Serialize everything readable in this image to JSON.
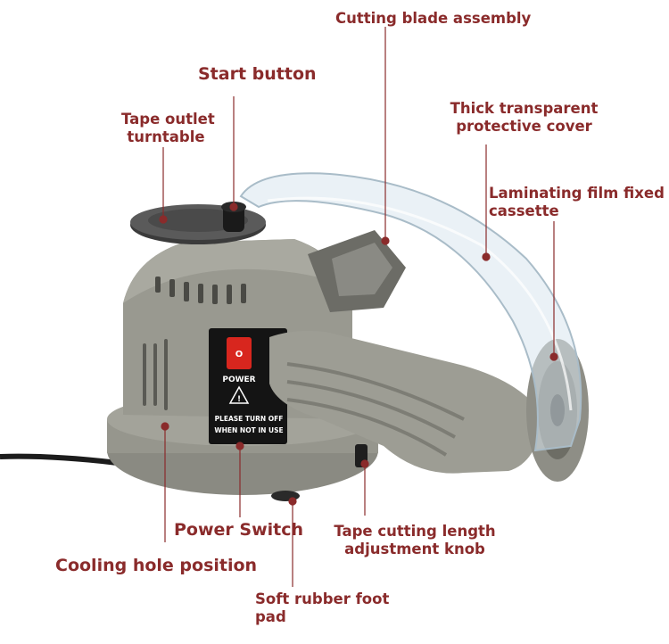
{
  "colors": {
    "label": "#8a2b2b",
    "leader": "#8a2b2b",
    "body": "#8f8f86",
    "body_dark": "#6d6d65",
    "panel": "#141414",
    "switch": "#d8261e",
    "cover": "#d9e6ee"
  },
  "labels": {
    "cutting_blade": "Cutting blade assembly",
    "start_button": "Start button",
    "tape_outlet_l1": "Tape outlet",
    "tape_outlet_l2": "turntable",
    "cover_l1": "Thick transparent",
    "cover_l2": "protective cover",
    "cassette_l1": "Laminating film fixed",
    "cassette_l2": "cassette",
    "power_switch": "Power Switch",
    "cooling_hole": "Cooling hole position",
    "knob_l1": "Tape cutting length",
    "knob_l2": "adjustment knob",
    "foot_l1": "Soft rubber foot",
    "foot_l2": "pad"
  },
  "device_panel": {
    "switch_mark": "O",
    "power": "POWER",
    "warning_l1": "PLEASE TURN OFF",
    "warning_l2": "WHEN NOT IN USE"
  }
}
